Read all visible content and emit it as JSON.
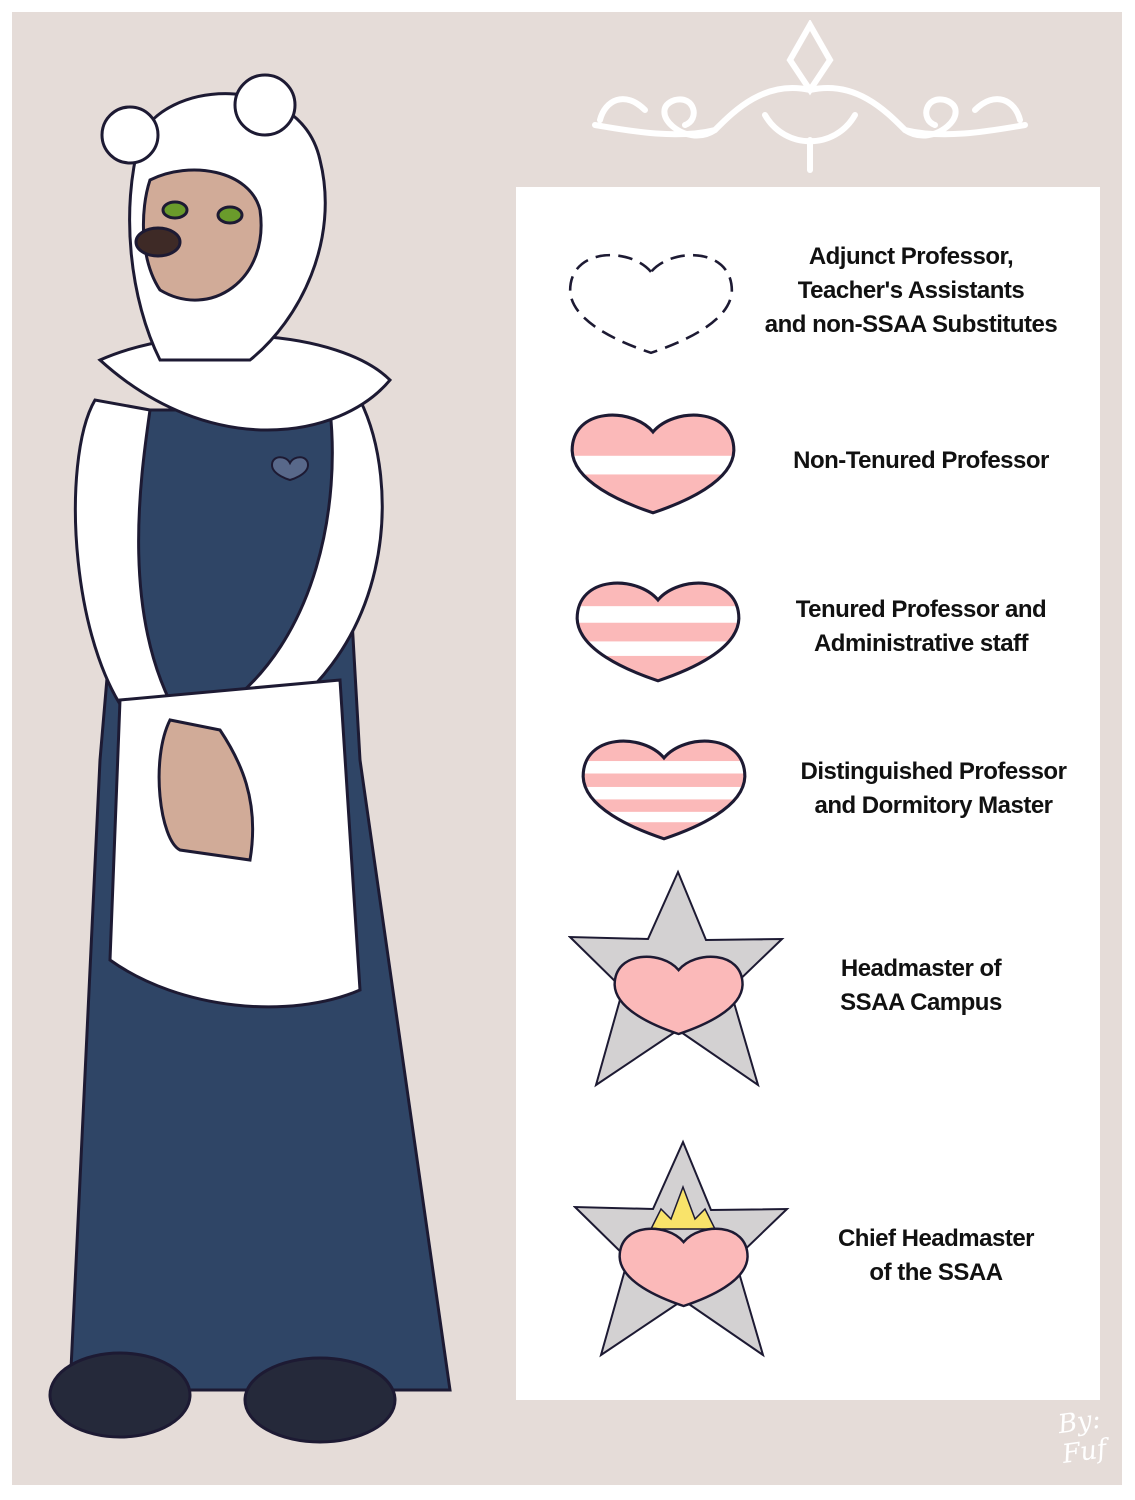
{
  "legend": {
    "items": [
      {
        "emblem": "dashed-heart-icon",
        "label": "Adjunct Professor,\nTeacher's Assistants\nand non-SSAA Substitutes"
      },
      {
        "emblem": "heart-one-stripe-icon",
        "label": "Non-Tenured Professor"
      },
      {
        "emblem": "heart-two-stripes-icon",
        "label": "Tenured Professor and\nAdministrative staff"
      },
      {
        "emblem": "heart-three-stripes-icon",
        "label": "Distinguished Professor\nand Dormitory Master"
      },
      {
        "emblem": "star-heart-icon",
        "label": "Headmaster of\nSSAA Campus"
      },
      {
        "emblem": "star-crown-heart-icon",
        "label": "Chief Headmaster\nof the SSAA"
      }
    ]
  },
  "signature": "By: Fuf",
  "colors": {
    "background": "#e5dcd8",
    "pink": "#fbb9b9",
    "outline": "#1d1a33",
    "star": "#d3d1d2",
    "crown": "#f9e36a",
    "dress": "#2f4566"
  }
}
